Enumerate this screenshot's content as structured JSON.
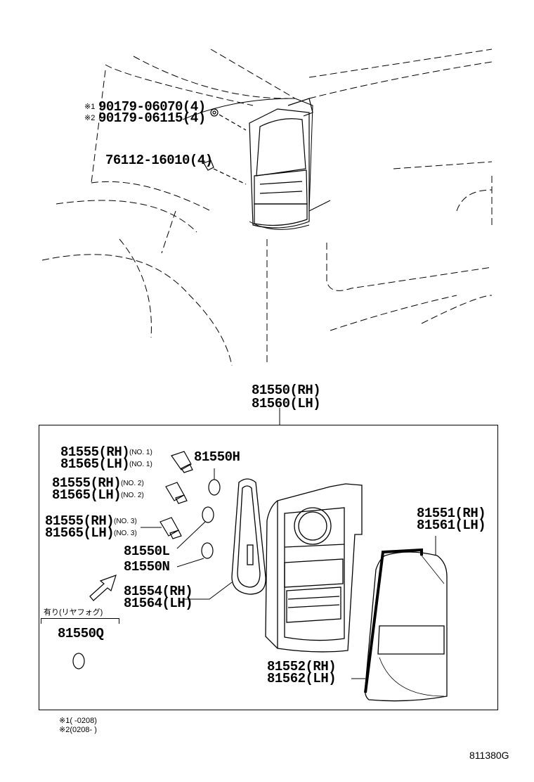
{
  "top": {
    "nut1": {
      "mark": "※1",
      "part": "90179-06070(4)"
    },
    "nut2": {
      "mark": "※2",
      "part": "90179-06115(4)"
    },
    "clip": "76112-16010(4)"
  },
  "assembly": {
    "line1": "81550(RH)",
    "line2": "81560(LH)"
  },
  "parts": {
    "s1_rh": "81555(RH)",
    "s1_rh_tag": "(NO. 1)",
    "s1_lh": "81565(LH)",
    "s1_lh_tag": "(NO. 1)",
    "s2_rh": "81555(RH)",
    "s2_rh_tag": "(NO. 2)",
    "s2_lh": "81565(LH)",
    "s2_lh_tag": "(NO. 2)",
    "s3_rh": "81555(RH)",
    "s3_rh_tag": "(NO. 3)",
    "s3_lh": "81565(LH)",
    "s3_lh_tag": "(NO. 3)",
    "bulb_h": "81550H",
    "bulb_l": "81550L",
    "bulb_n": "81550N",
    "gasket_rh": "81554(RH)",
    "gasket_lh": "81564(LH)",
    "lens_rh": "81551(RH)",
    "lens_lh": "81561(LH)",
    "seal_rh": "81552(RH)",
    "seal_lh": "81562(LH)",
    "fog_note": "有り(リヤフォグ)",
    "bulb_q": "81550Q"
  },
  "footnotes": {
    "n1": "※1(       -0208)",
    "n2": "※2(0208-       )"
  },
  "figure_code": "811380G"
}
